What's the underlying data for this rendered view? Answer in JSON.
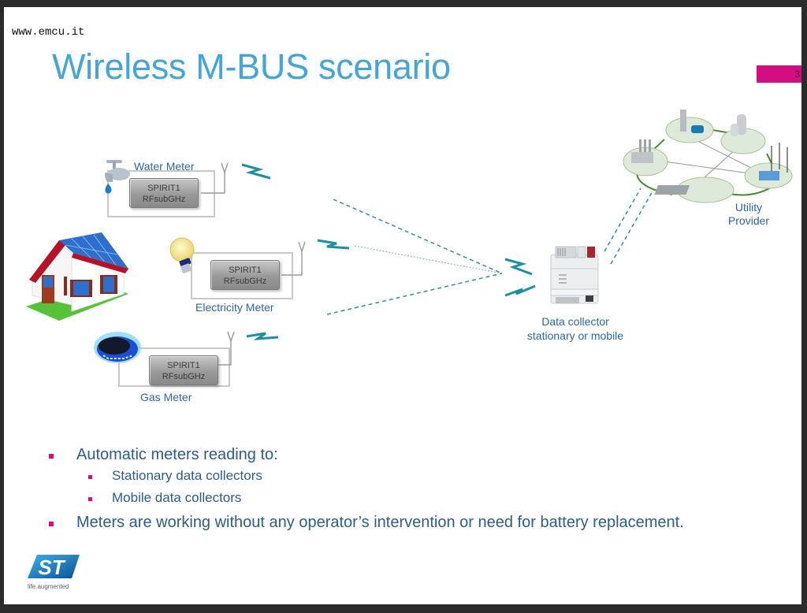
{
  "site": "www.emcu.it",
  "title": "Wireless M-BUS scenario",
  "page_number": "3",
  "colors": {
    "title": "#45a5d8",
    "accent_magenta": "#d40d80",
    "label_blue": "#2f67a3",
    "bullet_text": "#2f5d86",
    "signal_teal": "#1c8fa0"
  },
  "meters": [
    {
      "label": "Water Meter",
      "chip_line1": "SPIRIT1",
      "chip_line2": "RFsubGHz",
      "icon": "water-tap-icon"
    },
    {
      "label": "Electricity Meter",
      "chip_line1": "SPIRIT1",
      "chip_line2": "RFsubGHz",
      "icon": "light-bulb-icon"
    },
    {
      "label": "Gas Meter",
      "chip_line1": "SPIRIT1",
      "chip_line2": "RFsubGHz",
      "icon": "gas-burner-icon"
    }
  ],
  "house_icon": "house-with-solar-panels-icon",
  "collector": {
    "line1": "Data collector",
    "line2": "stationary or mobile",
    "icon": "data-collector-device-icon"
  },
  "utility": {
    "line1": "Utility",
    "line2": "Provider",
    "icon": "utility-grid-network-icon"
  },
  "bullets": [
    {
      "level": 1,
      "text": "Automatic meters reading to:"
    },
    {
      "level": 2,
      "text": "Stationary data collectors"
    },
    {
      "level": 2,
      "text": "Mobile data collectors"
    },
    {
      "level": 1,
      "text": "Meters are working without any operator’s intervention or need for battery replacement."
    }
  ],
  "logo": {
    "mark": "ST",
    "tagline": "life.augmented"
  }
}
